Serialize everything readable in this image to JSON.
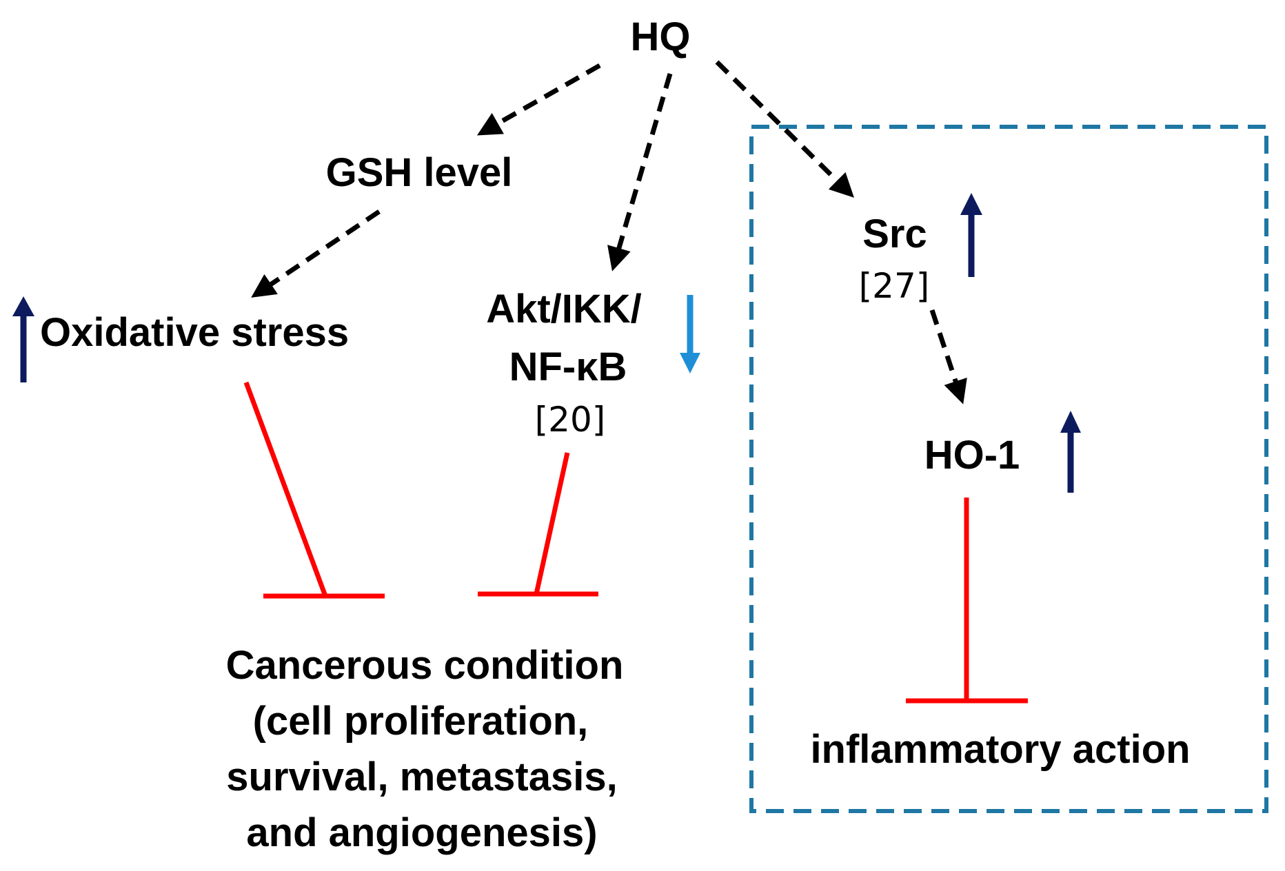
{
  "nodes": {
    "hq": "HQ",
    "gsh": "GSH level",
    "oxidative": "Oxidative stress",
    "akt_line1": "Akt/IKK/",
    "akt_line2": "NF-κB",
    "akt_ref": "[20]",
    "src": "Src",
    "src_ref": "[27]",
    "ho1": "HO-1",
    "cancer_line1": "Cancerous condition",
    "cancer_line2": "(cell proliferation,",
    "cancer_line3": "survival, metastasis,",
    "cancer_line4": "and angiogenesis)",
    "inflammatory": "inflammatory action"
  },
  "colors": {
    "up_arrow": "#0d1b5e",
    "down_arrow": "#1e8fd6",
    "inhibition": "#ff0000",
    "dashed_arrow": "#000000",
    "box_border": "#1f77a4"
  },
  "icons": {
    "up": "arrow-up-icon",
    "down": "arrow-down-icon"
  }
}
